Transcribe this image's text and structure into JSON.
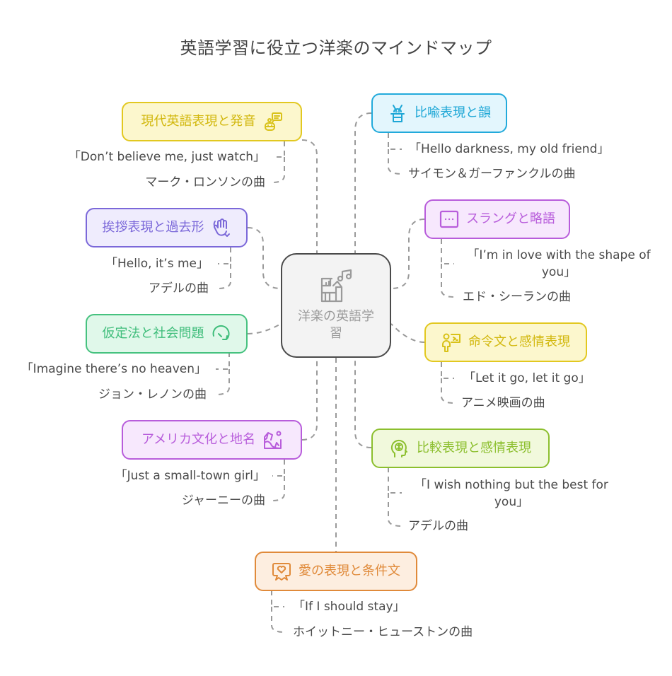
{
  "title": "英語学習に役立つ洋楽のマインドマップ",
  "center": {
    "label": "洋楽の英語学習",
    "icon": "music-books-icon"
  },
  "branches": [
    {
      "id": "modern",
      "label": "現代英語表現と発音",
      "icon": "chatbot-icon",
      "color": "#d9c21a",
      "bg": "#fdf8cf",
      "lyric": "「Don’t believe me, just watch」",
      "artist": "マーク・ロンソンの曲"
    },
    {
      "id": "greeting",
      "label": "挨拶表現と過去形",
      "icon": "waving-hand-icon",
      "color": "#7b68d9",
      "bg": "#efecfd",
      "lyric": "「Hello, it’s me」",
      "artist": "アデルの曲"
    },
    {
      "id": "subjunctive",
      "label": "仮定法と社会問題",
      "icon": "rotate-arrow-icon",
      "color": "#3ebd7a",
      "bg": "#e0f8ea",
      "lyric": "「Imagine there’s no heaven」",
      "artist": "ジョン・レノンの曲"
    },
    {
      "id": "america",
      "label": "アメリカ文化と地名",
      "icon": "map-pin-icon",
      "color": "#b85ddb",
      "bg": "#f7e8fd",
      "lyric": "「Just a small-town girl」",
      "artist": "ジャーニーの曲"
    },
    {
      "id": "metaphor",
      "label": "比喩表現と韻",
      "icon": "magic-hat-rabbit-icon",
      "color": "#1ea7d6",
      "bg": "#e3f6fd",
      "lyric": "「Hello darkness, my old friend」",
      "artist": "サイモン＆ガーファンクルの曲"
    },
    {
      "id": "slang",
      "label": "スラングと略語",
      "icon": "ellipsis-box-icon",
      "color": "#b85ddb",
      "bg": "#f7e8fd",
      "lyric": "「I’m in love with the shape of you」",
      "artist": "エド・シーランの曲"
    },
    {
      "id": "imperative",
      "label": "命令文と感情表現",
      "icon": "person-terminal-icon",
      "color": "#d9c21a",
      "bg": "#fdf8cf",
      "lyric": "「Let it go, let it go」",
      "artist": "アニメ映画の曲"
    },
    {
      "id": "comparison",
      "label": "比較表現と感情表現",
      "icon": "head-brain-icon",
      "color": "#8cbf2e",
      "bg": "#f1f9dc",
      "lyric": "「I wish nothing but the best for you」",
      "artist": "アデルの曲"
    },
    {
      "id": "love",
      "label": "愛の表現と条件文",
      "icon": "heart-badge-icon",
      "color": "#e08a3a",
      "bg": "#fdeee0",
      "lyric": "「If I should stay」",
      "artist": "ホイットニー・ヒューストンの曲"
    }
  ]
}
